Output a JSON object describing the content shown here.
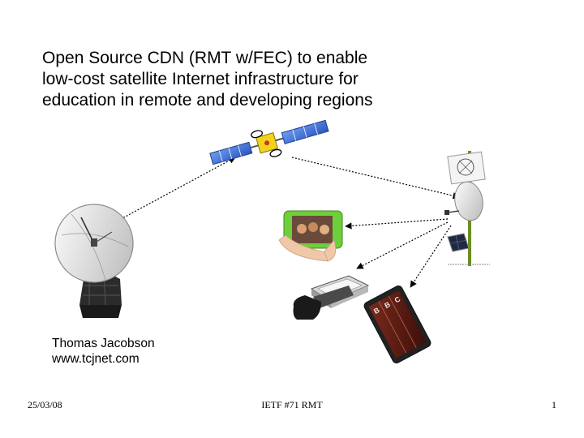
{
  "slide": {
    "title_lines": [
      "Open Source CDN (RMT w/FEC) to enable",
      "low-cost satellite Internet infrastructure for",
      "education in remote and developing regions"
    ],
    "author_name": "Thomas Jacobson",
    "author_url": "www.tcjnet.com"
  },
  "footer": {
    "date": "25/03/08",
    "center": "IETF #71 RMT",
    "page": "1"
  },
  "tablet_screen_text": [
    "B",
    "B",
    "C"
  ],
  "colors": {
    "link_arrow": "#000000",
    "satellite_panel": "#3a6fd8",
    "satellite_body": "#f2d21e",
    "dish": "#e6e6e6",
    "laptop_green": "#6fcf3a",
    "pole": "#6b8f1e",
    "tablet_screen": "#5a1a12"
  },
  "icons": {
    "satellite": "satellite-icon",
    "ground_dish": "satellite-dish-icon",
    "vsat_station": "vsat-terminal-icon",
    "xo_laptop": "xo-laptop-icon",
    "pda": "handheld-device-icon",
    "ebook": "ebook-tablet-icon"
  }
}
